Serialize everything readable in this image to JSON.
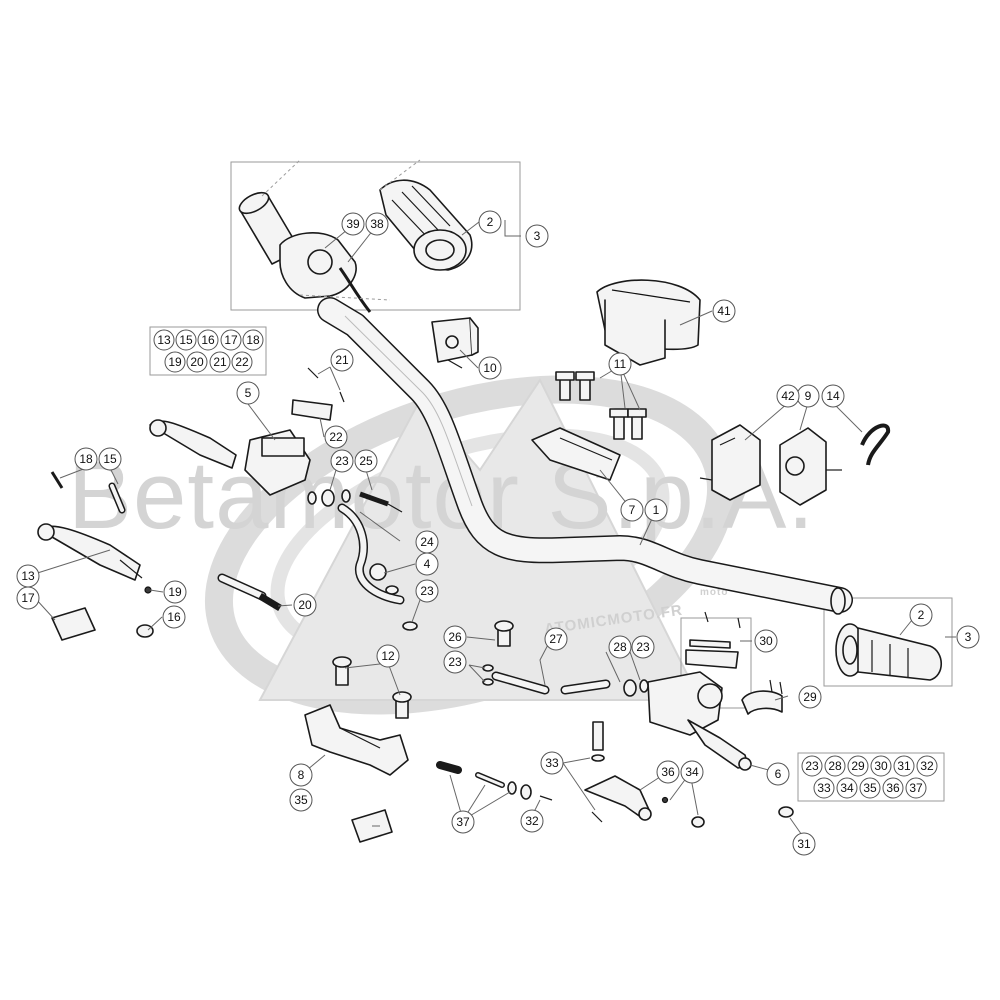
{
  "watermark": {
    "text": "Betamotor S.p.A.",
    "site": "ATOMICMOTO.FR",
    "logo_word": "moto"
  },
  "callouts": {
    "p1": "1",
    "p2a": "2",
    "p2b": "2",
    "p3a": "3",
    "p3b": "3",
    "p4": "4",
    "p5": "5",
    "p6": "6",
    "p7": "7",
    "p8": "8",
    "p9": "9",
    "p10": "10",
    "p11": "11",
    "p12": "12",
    "p13": "13",
    "p14": "14",
    "p15": "15",
    "p16": "16",
    "p17": "17",
    "p18": "18",
    "p19": "19",
    "p20": "20",
    "p21": "21",
    "p22": "22",
    "p23a": "23",
    "p23b": "23",
    "p23c": "23",
    "p23d": "23",
    "p24": "24",
    "p25": "25",
    "p26": "26",
    "p27": "27",
    "p28": "28",
    "p29": "29",
    "p30": "30",
    "p31": "31",
    "p32": "32",
    "p33": "33",
    "p34": "34",
    "p35": "35",
    "p36": "36",
    "p37": "37",
    "p38": "38",
    "p39": "39",
    "p41": "41",
    "p42": "42"
  },
  "kit_left": {
    "row1": [
      "13",
      "15",
      "16",
      "17",
      "18"
    ],
    "row2": [
      "19",
      "20",
      "21",
      "22"
    ]
  },
  "kit_right": {
    "row1": [
      "23",
      "28",
      "29",
      "30",
      "31",
      "32"
    ],
    "row2": [
      "33",
      "34",
      "35",
      "36",
      "37"
    ]
  }
}
